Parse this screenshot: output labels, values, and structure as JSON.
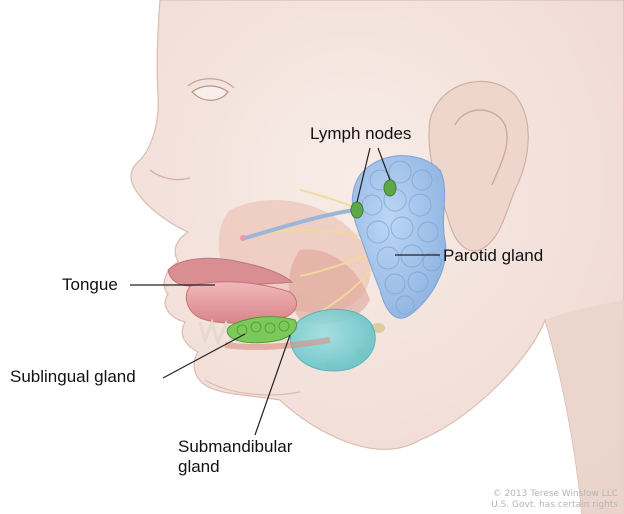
{
  "labels": {
    "lymph_nodes": "Lymph nodes",
    "parotid_gland": "Parotid gland",
    "tongue": "Tongue",
    "sublingual_gland": "Sublingual gland",
    "submandibular_gland_line1": "Submandibular",
    "submandibular_gland_line2": "gland"
  },
  "credit": {
    "line1": "© 2013 Terese Winslow LLC",
    "line2": "U.S. Govt. has certain rights"
  },
  "colors": {
    "skin": "#f3e3dd",
    "skin_shadow": "#e5c9c0",
    "outline": "#d9b8ad",
    "parotid": "#a9c9ef",
    "parotid_lobule": "#8fb4e2",
    "submandibular": "#7fd3d6",
    "sublingual": "#7cc85a",
    "lymph_node": "#5fa84a",
    "tongue": "#e8a3a6",
    "lip": "#d98f92",
    "muscle": "#d99a8e",
    "nerve": "#f4e3a8"
  }
}
